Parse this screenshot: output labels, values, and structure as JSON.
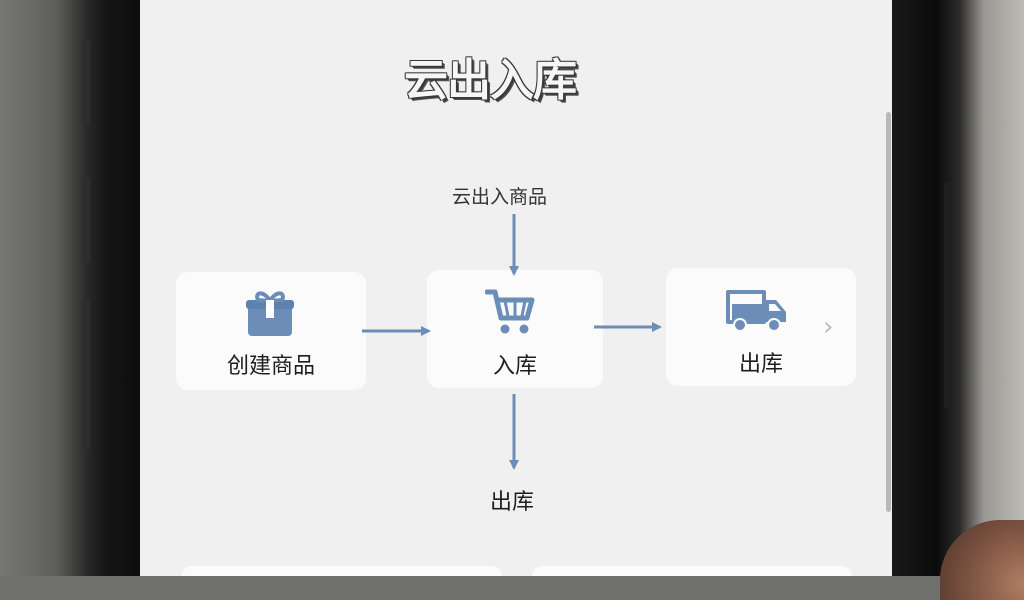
{
  "screen": {
    "title": "云出入库",
    "flow": {
      "top_label": "云出入商品",
      "create_label": "创建商品",
      "in_label": "入库",
      "out_label": "出库",
      "bottom_label": "出库",
      "next_icon": "chevron-right-icon"
    }
  },
  "colors": {
    "accent": "#6b8db8",
    "card_bg": "#fbfbfb",
    "screen_bg": "#f0f0f0"
  }
}
